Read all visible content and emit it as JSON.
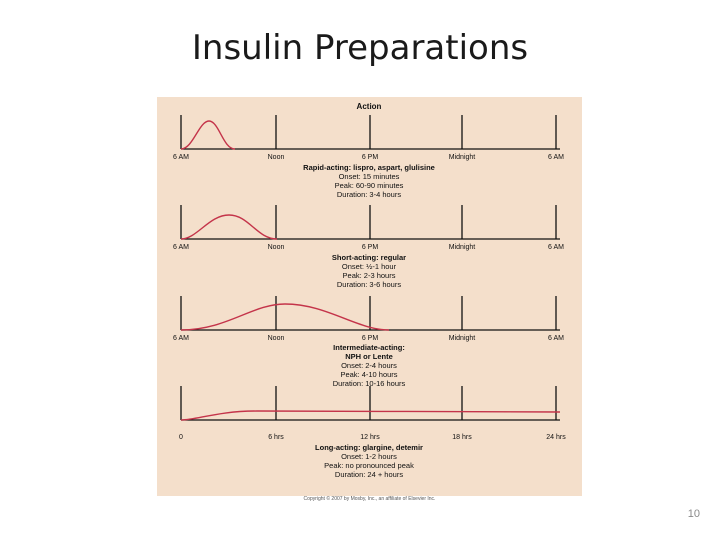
{
  "slide": {
    "title": "Insulin Preparations",
    "page_number": "10",
    "copyright": "Copyright © 2007 by Mosby, Inc., an affiliate of Elsevier Inc."
  },
  "figure": {
    "header": "Action",
    "background_color": "#f4dfcb",
    "curve_color": "#c4344a",
    "axis_color": "#111111",
    "panels": [
      {
        "id": "rapid",
        "tick_labels": [
          "6 AM",
          "Noon",
          "6 PM",
          "Midnight",
          "6 AM"
        ],
        "lines": [
          "Rapid-acting: lispro, aspart, glulisine",
          "Onset: 15 minutes",
          "Peak: 60-90 minutes",
          "Duration: 3-4 hours"
        ]
      },
      {
        "id": "short",
        "tick_labels": [
          "6 AM",
          "Noon",
          "6 PM",
          "Midnight",
          "6 AM"
        ],
        "lines": [
          "Short-acting: regular",
          "Onset: ½-1 hour",
          "Peak: 2-3 hours",
          "Duration: 3-6 hours"
        ]
      },
      {
        "id": "intermediate",
        "tick_labels": [
          "6 AM",
          "Noon",
          "6 PM",
          "Midnight",
          "6 AM"
        ],
        "lines": [
          "Intermediate-acting:",
          "NPH or Lente",
          "Onset: 2-4 hours",
          "Peak: 4-10 hours",
          "Duration: 10-16 hours"
        ]
      },
      {
        "id": "long",
        "tick_labels": [
          "0",
          "6 hrs",
          "12 hrs",
          "18 hrs",
          "24 hrs"
        ],
        "lines": [
          "Long-acting: glargine, detemir",
          "Onset: 1-2 hours",
          "Peak: no pronounced peak",
          "Duration: 24 + hours"
        ]
      }
    ]
  }
}
